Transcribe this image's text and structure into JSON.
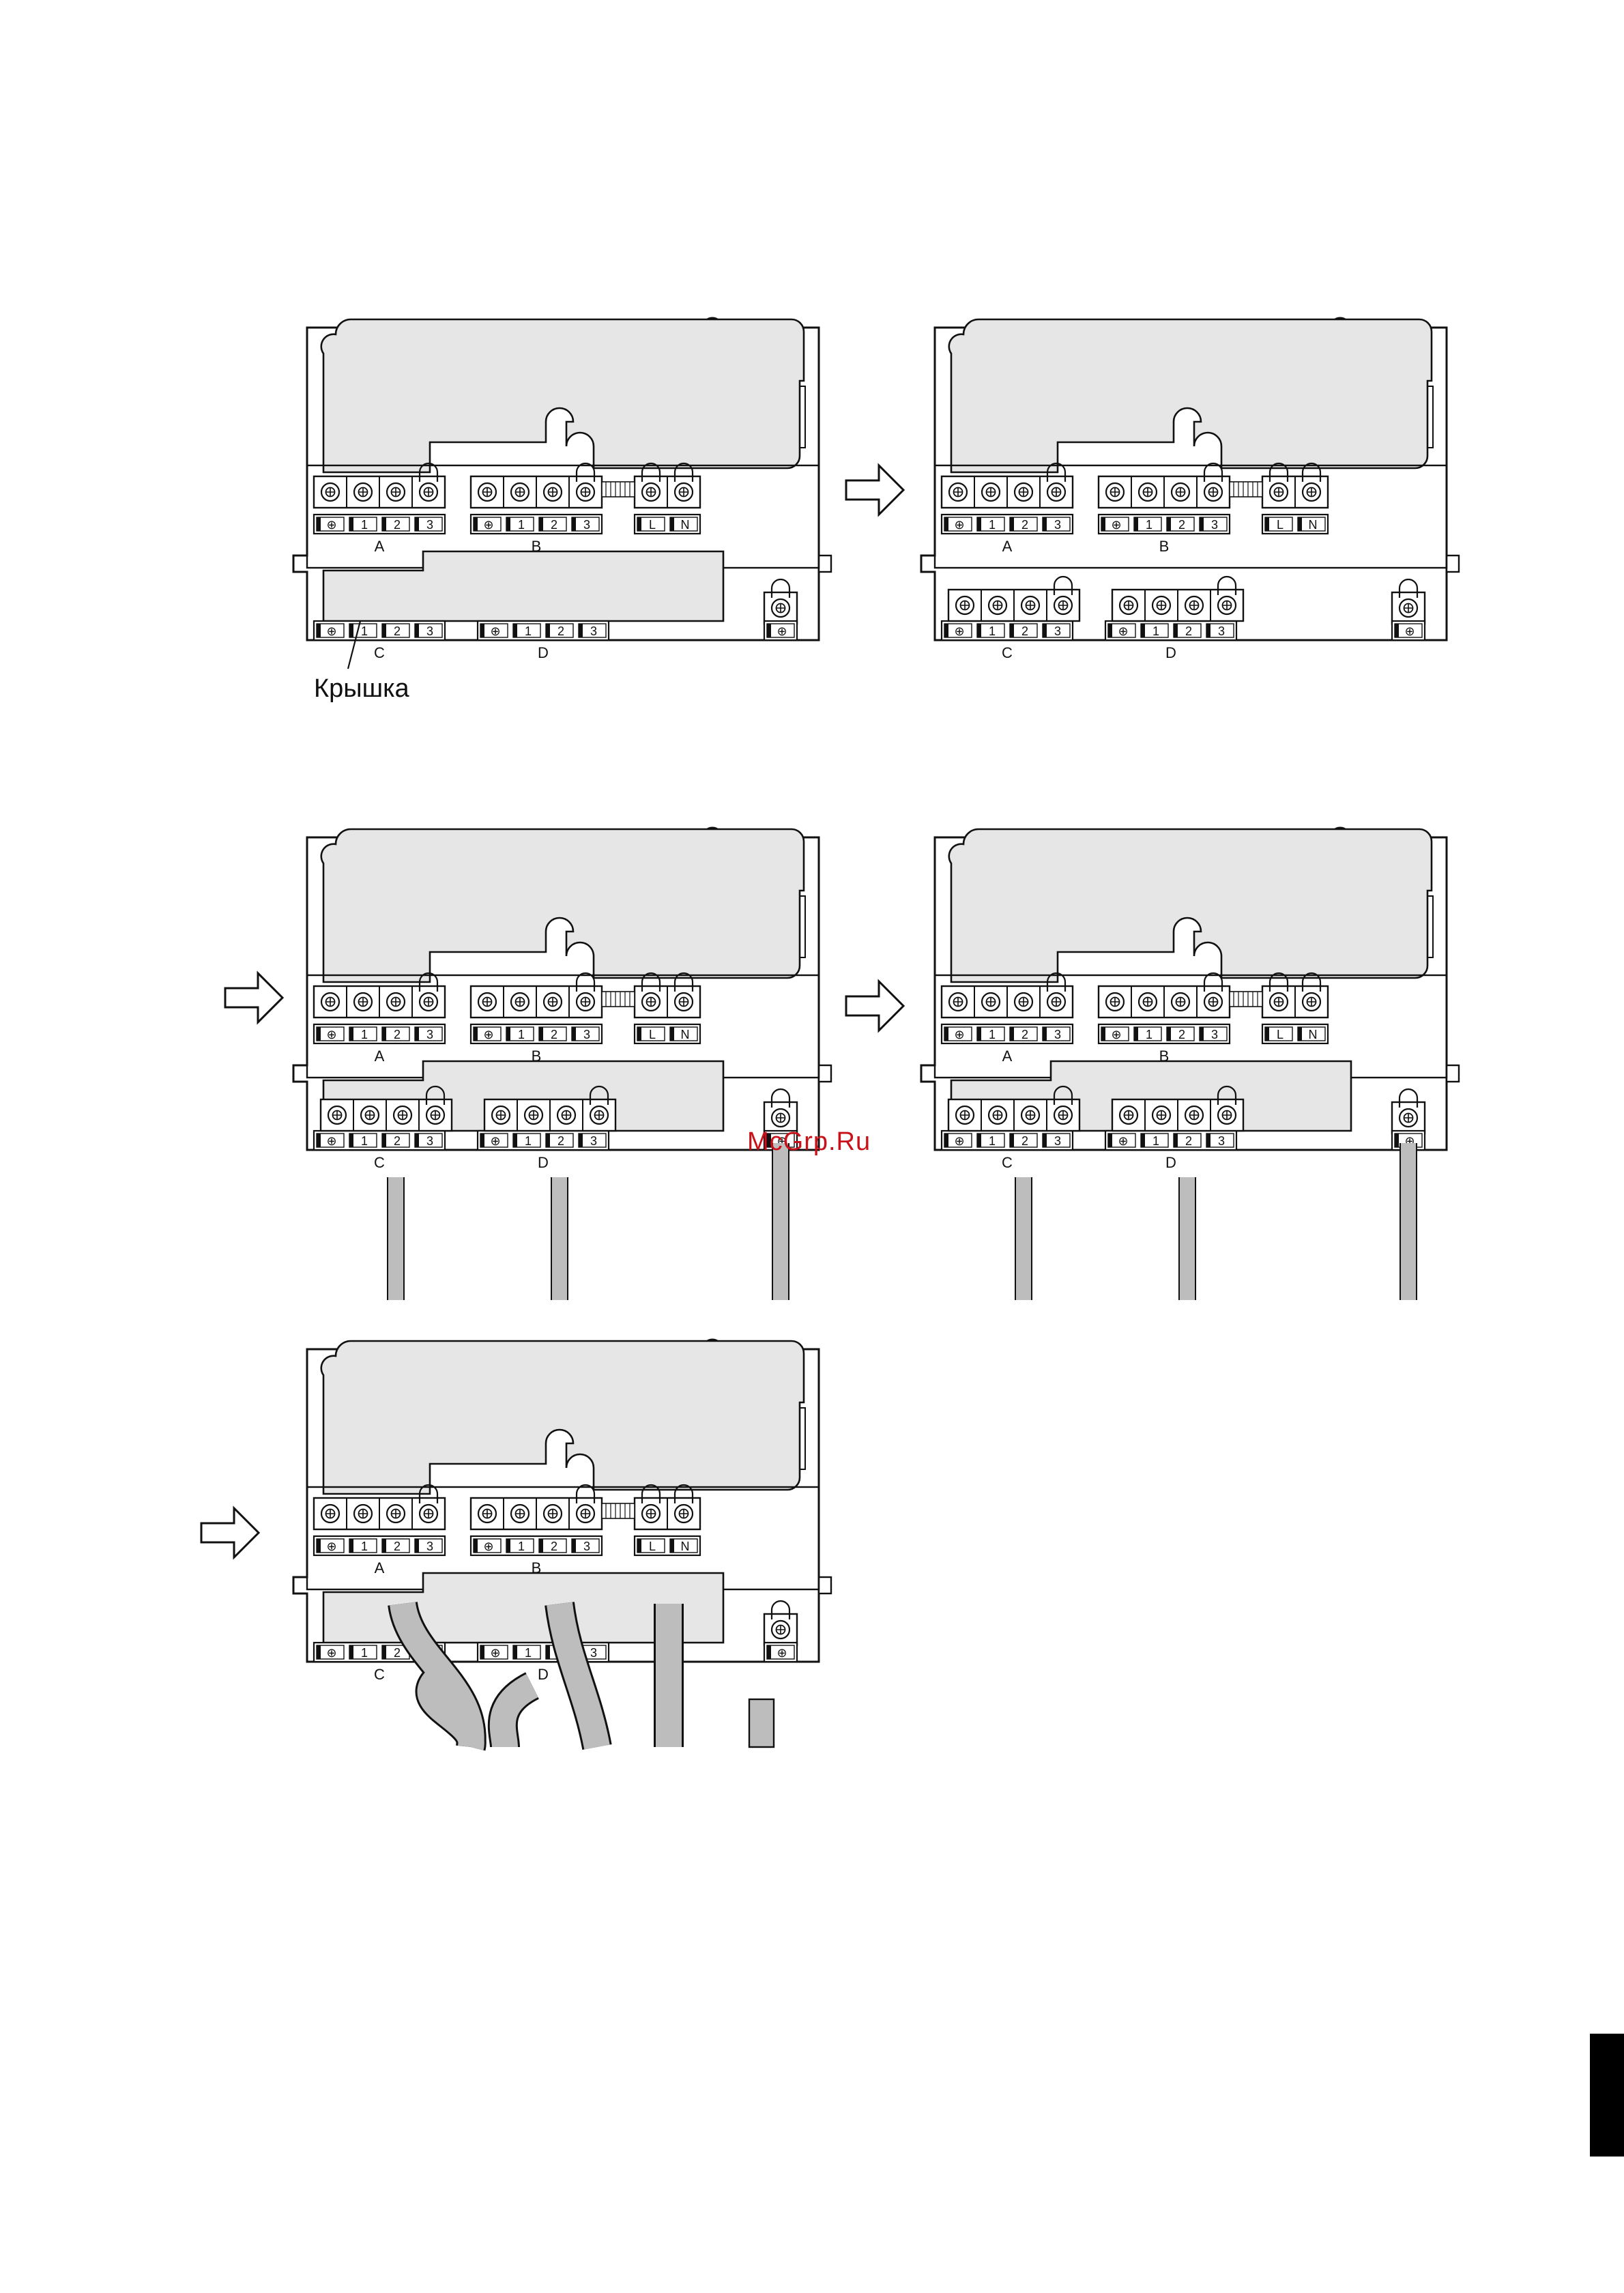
{
  "labels": {
    "cover": "Крышка",
    "watermark": "McGrp.Ru"
  },
  "terminals": {
    "group_a": "A",
    "group_b": "B",
    "group_c": "C",
    "group_d": "D",
    "numbers": [
      "1",
      "2",
      "3"
    ],
    "phase": "L",
    "neutral": "N",
    "ground_symbol": "⊕"
  },
  "colors": {
    "line": "#111111",
    "panel_fill": "#e6e6e6",
    "cable_fill": "#bdbdbd",
    "accent": "#c9111a"
  }
}
